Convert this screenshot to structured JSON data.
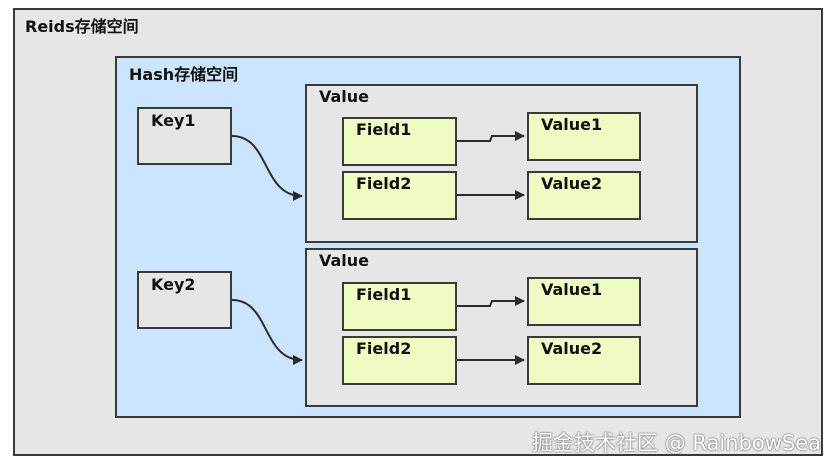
{
  "outer": {
    "title": "Reids存储空间"
  },
  "hash": {
    "title": "Hash存储空间"
  },
  "keys": [
    "Key1",
    "Key2"
  ],
  "groups": [
    {
      "title": "Value",
      "pairs": [
        {
          "field": "Field1",
          "value": "Value1"
        },
        {
          "field": "Field2",
          "value": "Value2"
        }
      ]
    },
    {
      "title": "Value",
      "pairs": [
        {
          "field": "Field1",
          "value": "Value1"
        },
        {
          "field": "Field2",
          "value": "Value2"
        }
      ]
    }
  ],
  "watermark": "掘金技术社区 @ RainbowSea",
  "colors": {
    "outer_bg": "#e6e6e6",
    "hash_bg": "#cce5ff",
    "cell_bg": "#eefcc4",
    "border": "#3a3a3a"
  }
}
